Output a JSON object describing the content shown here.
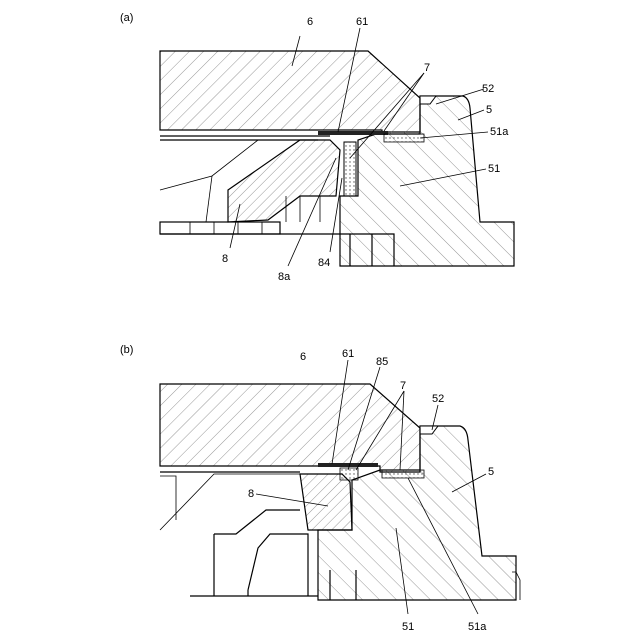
{
  "figure_a": {
    "label": "(a)",
    "callouts": {
      "part_6": "6",
      "part_61": "61",
      "part_7": "7",
      "part_52": "52",
      "part_5": "5",
      "part_51a": "51a",
      "part_51": "51",
      "part_8": "8",
      "part_8a": "8a",
      "part_84": "84"
    }
  },
  "figure_b": {
    "label": "(b)",
    "callouts": {
      "part_6": "6",
      "part_61": "61",
      "part_85": "85",
      "part_7": "7",
      "part_52": "52",
      "part_5": "5",
      "part_8": "8",
      "part_51": "51",
      "part_51a": "51a"
    }
  },
  "colors": {
    "line": "#000000",
    "hatch": "#6a6a6a",
    "hatch_fine": "#8a8a8a",
    "background": "#ffffff"
  }
}
